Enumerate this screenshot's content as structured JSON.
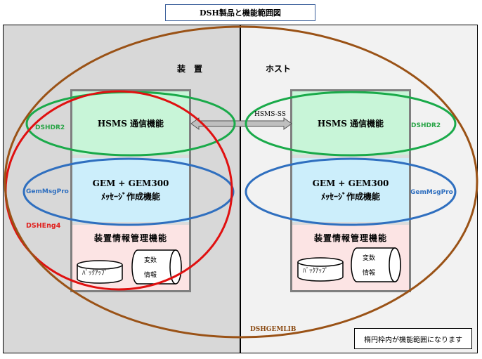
{
  "title": "DSH製品と機能範囲図",
  "left_heading": "装　置",
  "right_heading": "ホスト",
  "hsms_label": "HSMS 通信機能",
  "gem_line1": "GEM + GEM300",
  "gem_line2": "ﾒｯｾｰｼﾞ作成機能",
  "mgmt_label": "装置情報管理機能",
  "backup_label": "ﾊﾞｯｸｱｯﾌﾟ",
  "variable_line1": "変数",
  "variable_line2": "情報",
  "connector_label": "HSMS-SS",
  "labels": {
    "dshdr2": "DSHDR2",
    "gemmsgpro": "GemMsgPro",
    "dsheng4": "DSHEng4",
    "dshgemlib": "DSHGEMLIB"
  },
  "note": "楕円枠内が機能範囲になります",
  "colors": {
    "green_ellipse": "#1aaa4a",
    "blue_ellipse": "#2f6fbf",
    "red_ellipse": "#e01010",
    "brown_ellipse": "#9a5216"
  }
}
